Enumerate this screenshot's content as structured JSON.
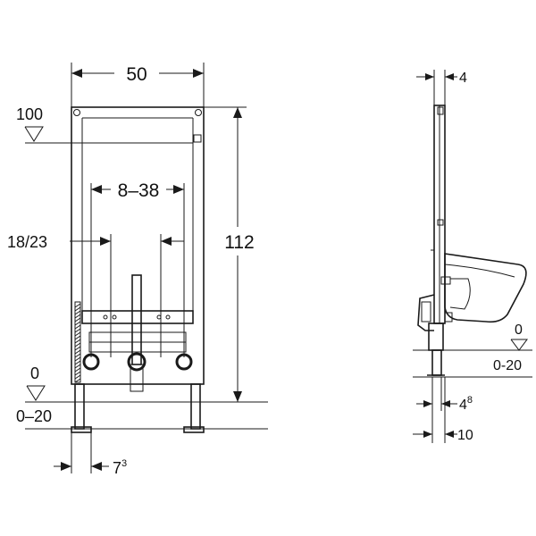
{
  "front_view": {
    "width_label": "50",
    "height_label": "112",
    "inlet_spacing_label": "8–38",
    "inlet_height_label": "18/23",
    "top_level_label": "100",
    "floor_level_label": "0",
    "floor_range_label": "0–20",
    "leg_offset_main": "7",
    "leg_offset_sup": "3"
  },
  "side_view": {
    "depth_top_label": "4",
    "floor_level_label": "0",
    "floor_range_label": "0-20",
    "foot_offset_main": "4",
    "foot_offset_sup": "8",
    "depth_bottom_label": "10"
  }
}
